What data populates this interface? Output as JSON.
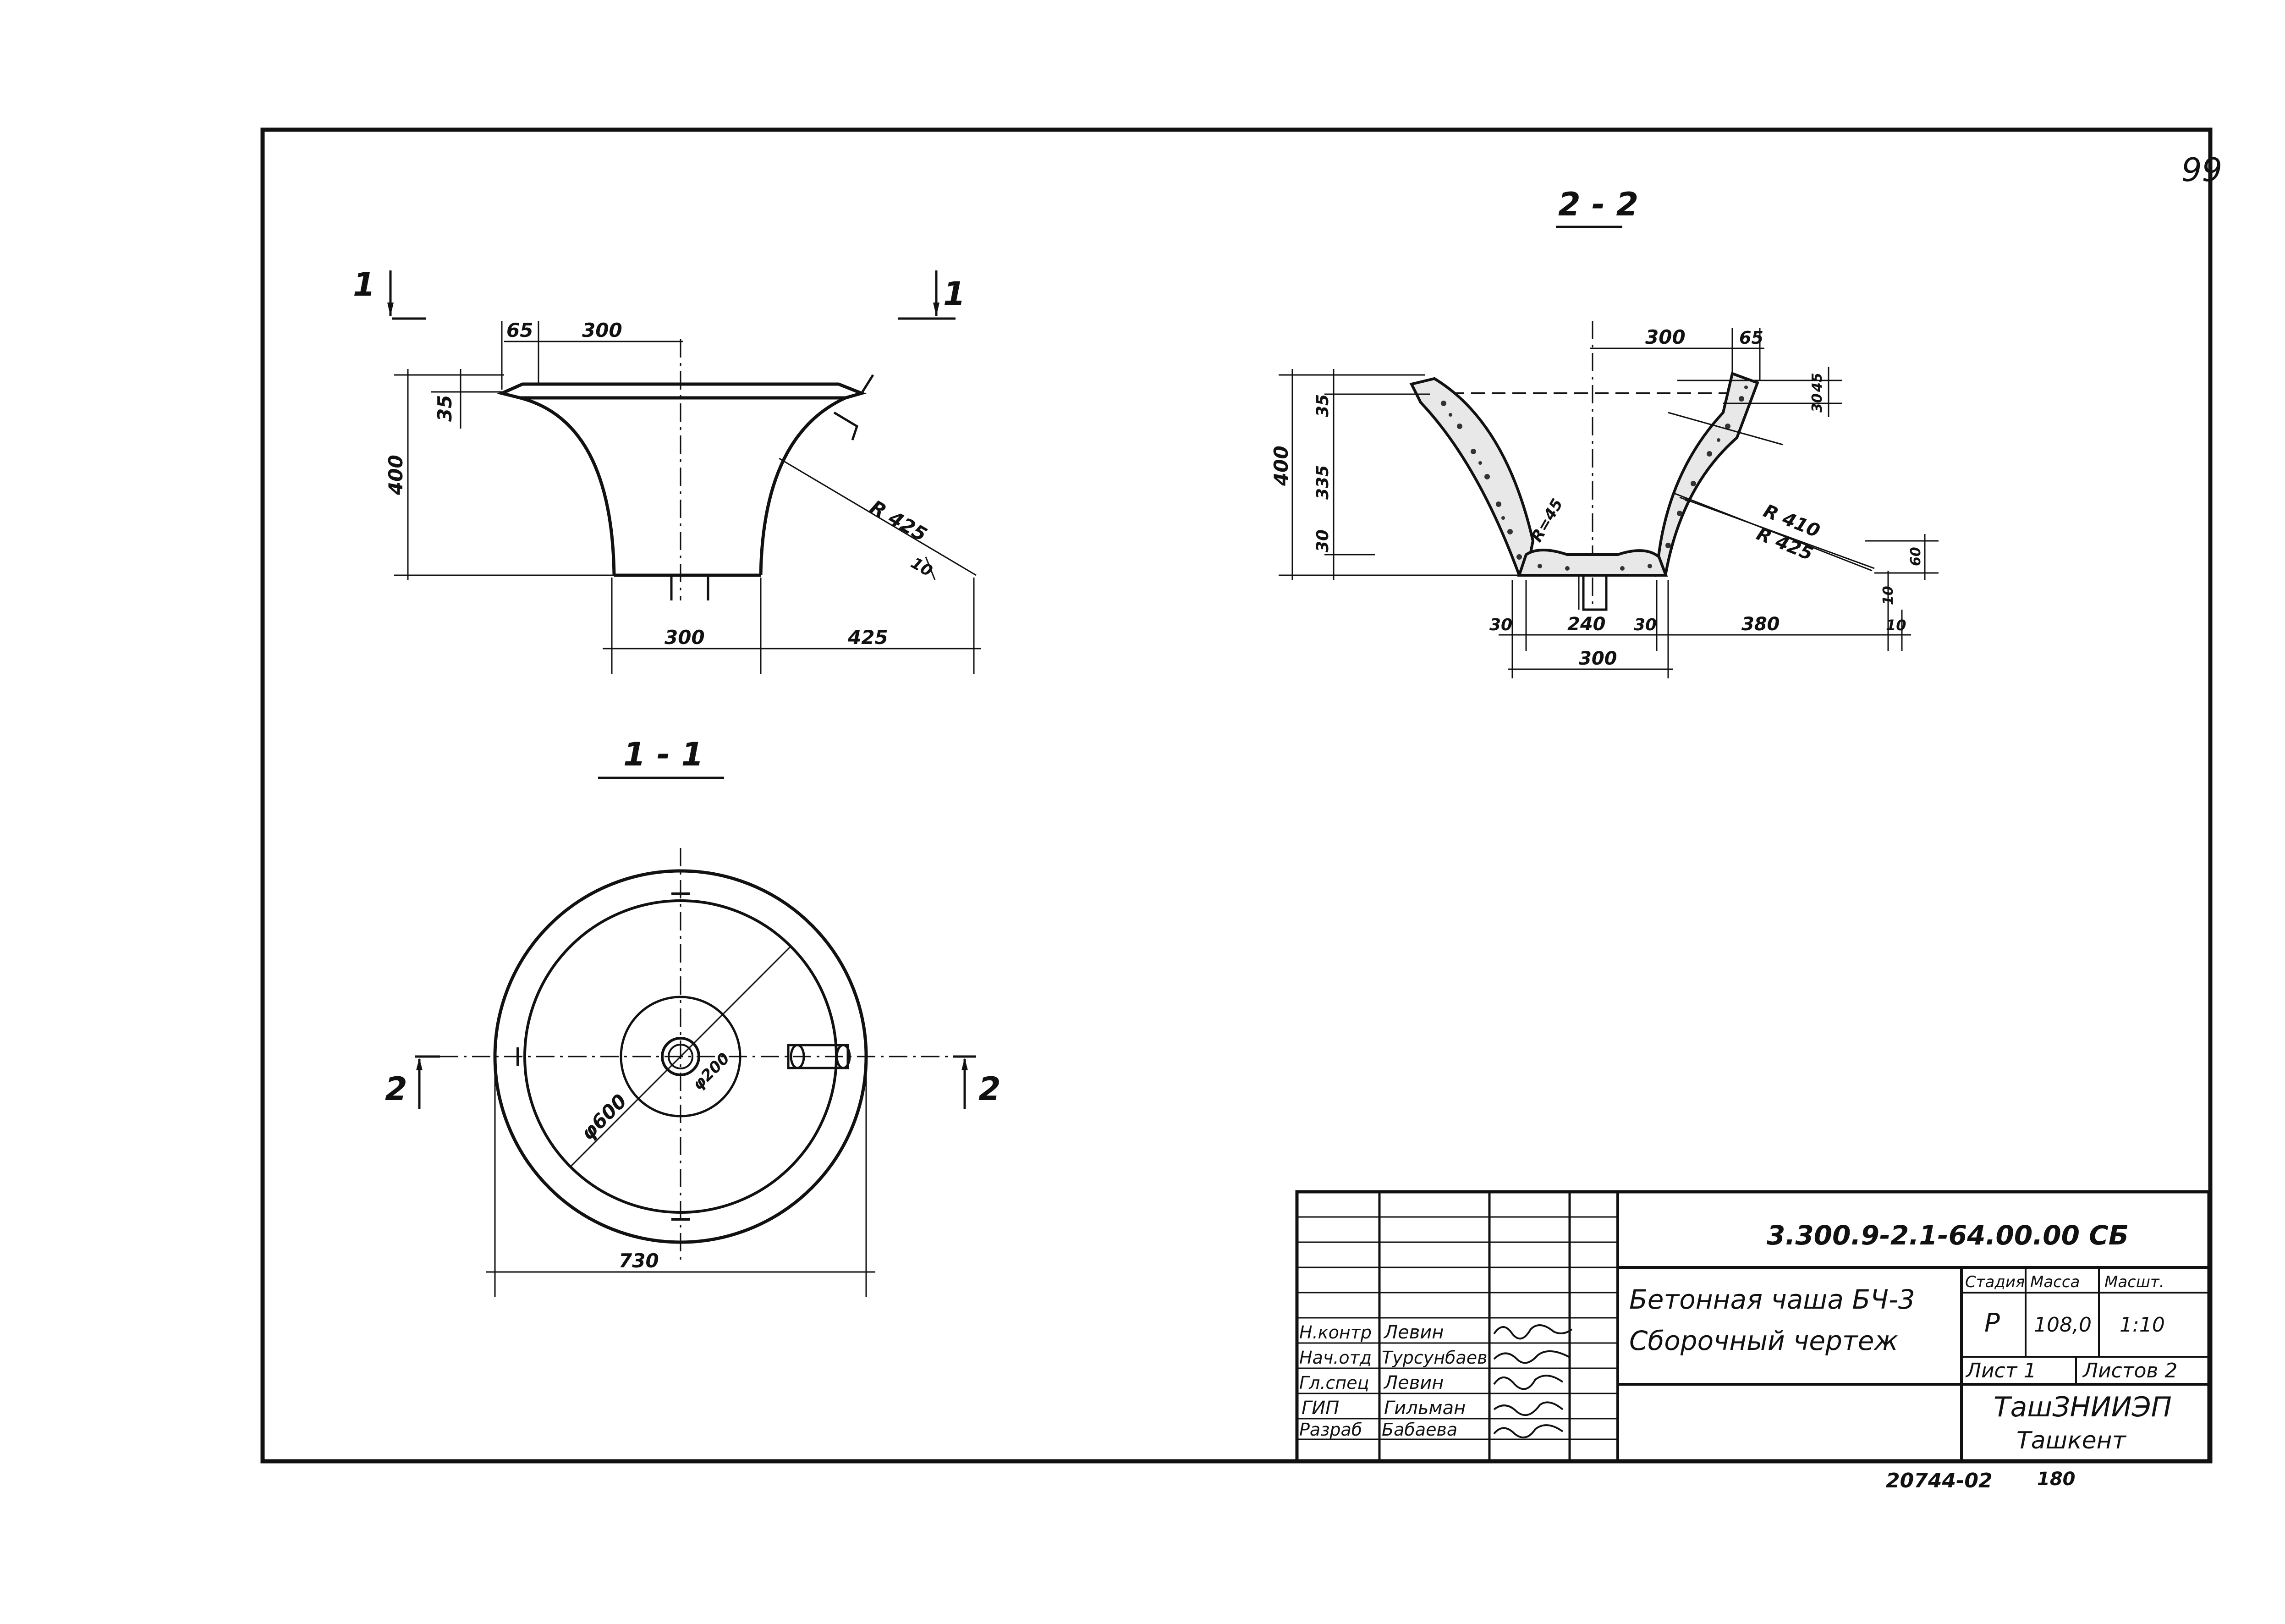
{
  "sheet_number": "99",
  "sections": {
    "section_1_1": "1 - 1",
    "section_2_2": "2 - 2",
    "cut_mark_1": "1",
    "cut_mark_2": "2"
  },
  "view_side": {
    "dim_65": "65",
    "dim_300_top": "300",
    "dim_35": "35",
    "dim_400": "400",
    "radius": "R 425",
    "dim_10": "10",
    "dim_300_bottom": "300",
    "dim_425": "425"
  },
  "view_plan": {
    "diameter_600": "φ600",
    "diameter_inner": "φ200",
    "dim_730": "730"
  },
  "view_section": {
    "dim_300_top": "300",
    "dim_65": "65",
    "dim_35": "35",
    "dim_335": "335",
    "dim_30_left": "30",
    "dim_400": "400",
    "radius_45": "R=45",
    "radius_410": "R 410",
    "radius_425": "R 425",
    "dim_right_a": "30",
    "dim_right_b": "45",
    "dim_10": "10",
    "dim_60": "60",
    "dim_30_bottom_left": "30",
    "dim_240": "240",
    "dim_30_bottom_mid": "30",
    "dim_380": "380",
    "dim_10_bottom": "10",
    "dim_300_bottom": "300"
  },
  "title_block": {
    "document_code": "3.300.9-2.1-64.00.00 СБ",
    "title_line_1": "Бетонная чаша БЧ-3",
    "title_line_2": "Сборочный чертеж",
    "stage_header": "Стадия",
    "mass_header": "Масса",
    "scale_header": "Масшт.",
    "stage_value": "Р",
    "mass_value": "108,0",
    "scale_value": "1:10",
    "sheet_label": "Лист 1",
    "sheets_label": "Листов 2",
    "organization_line_1": "ТашЗНИИЭП",
    "organization_line_2": "Ташкент",
    "roles": [
      {
        "role": "Н.контр",
        "name": "Левин"
      },
      {
        "role": "Нач.отд",
        "name": "Турсунбаев"
      },
      {
        "role": "Гл.спец",
        "name": "Левин"
      },
      {
        "role": "ГИП",
        "name": "Гильман"
      },
      {
        "role": "Разраб",
        "name": "Бабаева"
      }
    ]
  },
  "footer": {
    "archive_number": "20744-02",
    "page_number": "180"
  }
}
